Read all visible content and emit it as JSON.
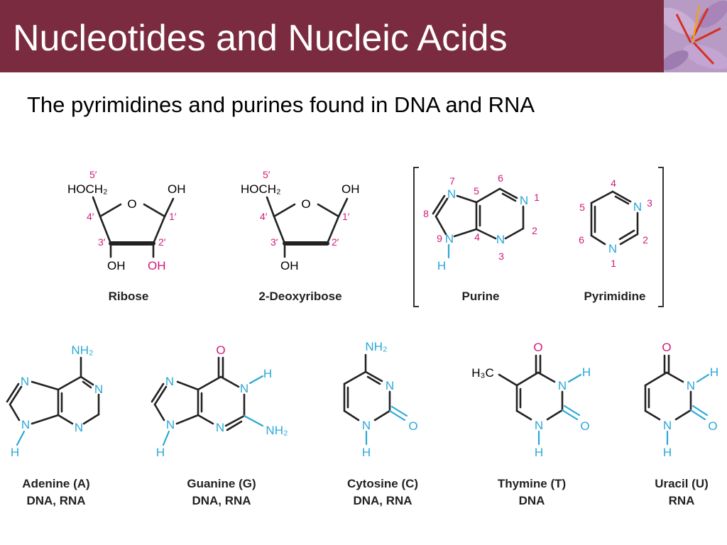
{
  "slide": {
    "title": "Nucleotides and Nucleic Acids",
    "subtitle": "The pyrimidines and purines found in DNA and RNA"
  },
  "colors": {
    "title_bar": "#7b2b40",
    "heteroatom": "#2aa7d8",
    "position_number": "#d01a7a",
    "bond": "#222222"
  },
  "structures": {
    "ribose": {
      "name": "Ribose",
      "hoch2": "HOCH₂",
      "ring_o": "O",
      "oh_right": "OH",
      "oh_3": "OH",
      "oh_2": "OH",
      "positions": {
        "p5": "5′",
        "p4": "4′",
        "p3": "3′",
        "p2": "2′",
        "p1": "1′"
      }
    },
    "deoxyribose": {
      "name": "2-Deoxyribose",
      "hoch2": "HOCH₂",
      "ring_o": "O",
      "oh_right": "OH",
      "oh_3": "OH",
      "positions": {
        "p5": "5′",
        "p4": "4′",
        "p3": "3′",
        "p2": "2′",
        "p1": "1′"
      }
    },
    "purine": {
      "name": "Purine",
      "n7": "N",
      "n1": "N",
      "n9": "N",
      "n3": "N",
      "h9": "H",
      "positions": {
        "p1": "1",
        "p2": "2",
        "p3": "3",
        "p4": "4",
        "p5": "5",
        "p6": "6",
        "p7": "7",
        "p8": "8",
        "p9": "9"
      }
    },
    "pyrimidine": {
      "name": "Pyrimidine",
      "n3": "N",
      "n1": "N",
      "positions": {
        "p1": "1",
        "p2": "2",
        "p3": "3",
        "p4": "4",
        "p5": "5",
        "p6": "6"
      }
    },
    "adenine": {
      "name": "Adenine (A)",
      "found_in": "DNA, RNA",
      "nh2": "NH₂",
      "n7": "N",
      "n1": "N",
      "n9": "N",
      "n3": "N",
      "h9": "H"
    },
    "guanine": {
      "name": "Guanine (G)",
      "found_in": "DNA, RNA",
      "o6": "O",
      "n7": "N",
      "n1": "N",
      "h1": "H",
      "n9": "N",
      "n3": "N",
      "nh2": "NH₂",
      "h9": "H"
    },
    "cytosine": {
      "name": "Cytosine (C)",
      "found_in": "DNA, RNA",
      "nh2": "NH₂",
      "n3": "N",
      "n1": "N",
      "o2": "O",
      "h1": "H"
    },
    "thymine": {
      "name": "Thymine (T)",
      "found_in": "DNA",
      "h3c": "H₃C",
      "o4": "O",
      "n3": "N",
      "h3": "H",
      "n1": "N",
      "o2": "O",
      "h1": "H"
    },
    "uracil": {
      "name": "Uracil (U)",
      "found_in": "RNA",
      "o4": "O",
      "n3": "N",
      "h3": "H",
      "n1": "N",
      "o2": "O",
      "h1": "H"
    }
  }
}
